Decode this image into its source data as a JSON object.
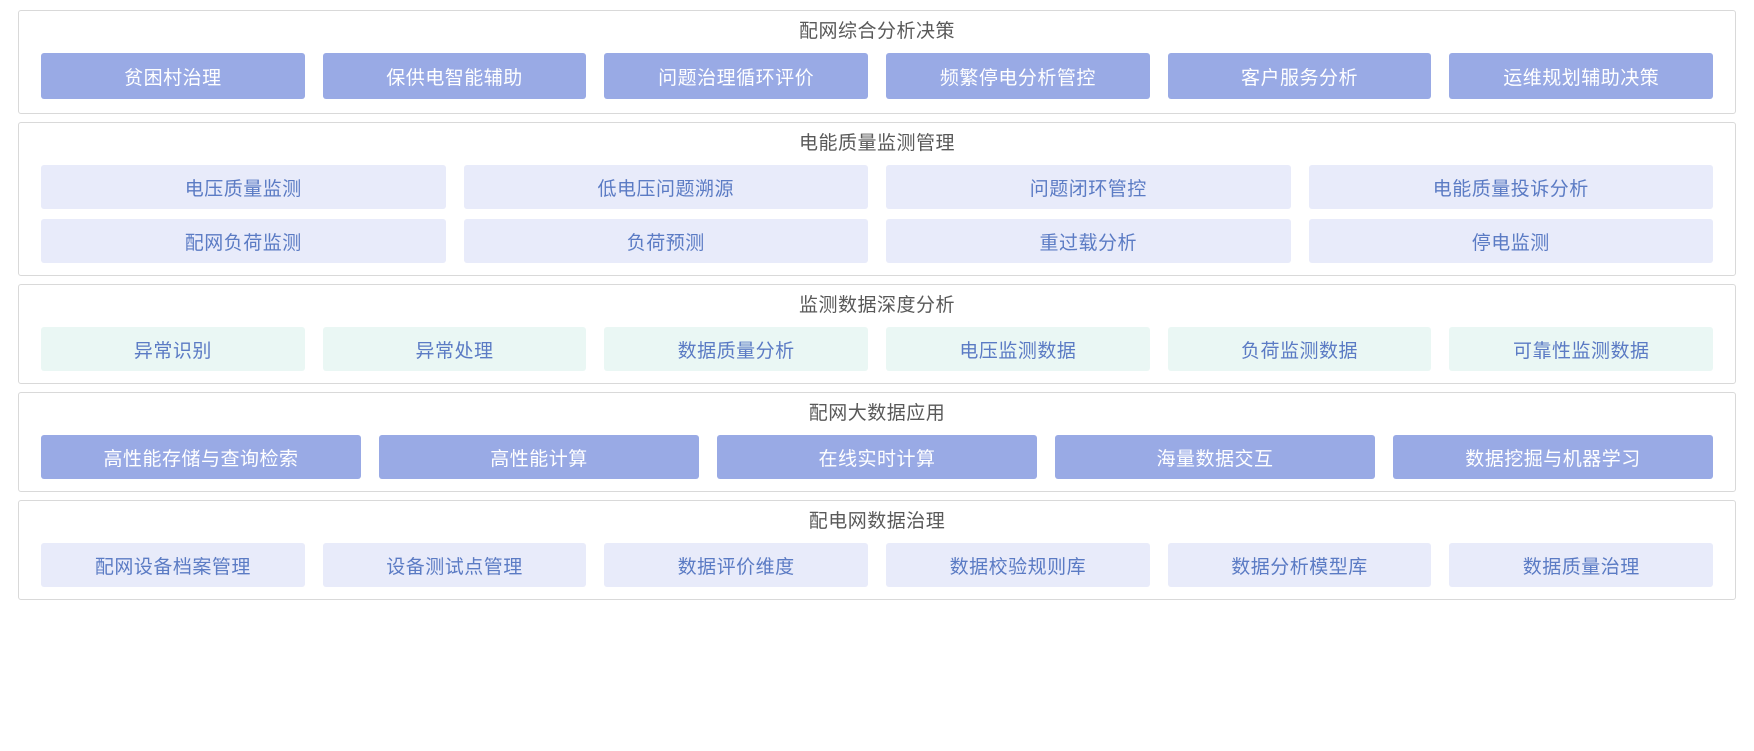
{
  "page": {
    "background": "#ffffff",
    "accent_solid": "#99aae5",
    "accent_pale": "#e8ebfa",
    "accent_mint": "#eaf7f4",
    "title_color": "#595959",
    "tile_text_blue": "#5b7bc4",
    "tile_text_white": "#ffffff",
    "border_color": "#d9d9d9"
  },
  "sections": [
    {
      "title": "配网综合分析决策",
      "style": "solid",
      "rows": [
        [
          "贫困村治理",
          "保供电智能辅助",
          "问题治理循环评价",
          "频繁停电分析管控",
          "客户服务分析",
          "运维规划辅助决策"
        ]
      ]
    },
    {
      "title": "电能质量监测管理",
      "style": "pale",
      "rows": [
        [
          "电压质量监测",
          "低电压问题溯源",
          "问题闭环管控",
          "电能质量投诉分析"
        ],
        [
          "配网负荷监测",
          "负荷预测",
          "重过载分析",
          "停电监测"
        ]
      ]
    },
    {
      "title": "监测数据深度分析",
      "style": "mint",
      "rows": [
        [
          "异常识别",
          "异常处理",
          "数据质量分析",
          "电压监测数据",
          "负荷监测数据",
          "可靠性监测数据"
        ]
      ]
    },
    {
      "title": "配网大数据应用",
      "style": "solid",
      "rows": [
        [
          "高性能存储与查询检索",
          "高性能计算",
          "在线实时计算",
          "海量数据交互",
          "数据挖掘与机器学习"
        ]
      ]
    },
    {
      "title": "配电网数据治理",
      "style": "pale",
      "rows": [
        [
          "配网设备档案管理",
          "设备测试点管理",
          "数据评价维度",
          "数据校验规则库",
          "数据分析模型库",
          "数据质量治理"
        ]
      ]
    }
  ]
}
